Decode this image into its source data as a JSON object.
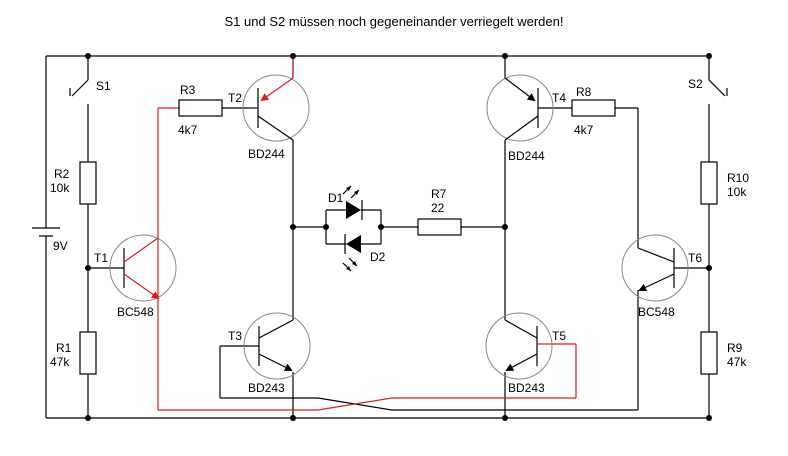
{
  "title": "S1 und S2 müssen noch gegeneinander verriegelt werden!",
  "battery": {
    "voltage": "9V"
  },
  "switches": [
    {
      "id": "S1"
    },
    {
      "id": "S2"
    }
  ],
  "resistors": [
    {
      "id": "R1",
      "value": "47k"
    },
    {
      "id": "R2",
      "value": "10k"
    },
    {
      "id": "R3",
      "value": "4k7"
    },
    {
      "id": "R7",
      "value": "22"
    },
    {
      "id": "R8",
      "value": "4k7"
    },
    {
      "id": "R9",
      "value": "47k"
    },
    {
      "id": "R10",
      "value": "10k"
    }
  ],
  "transistors": [
    {
      "id": "T1",
      "type": "BC548"
    },
    {
      "id": "T2",
      "type": "BD244"
    },
    {
      "id": "T3",
      "type": "BD243"
    },
    {
      "id": "T4",
      "type": "BD244"
    },
    {
      "id": "T5",
      "type": "BD243"
    },
    {
      "id": "T6",
      "type": "BC548"
    }
  ],
  "diodes": [
    {
      "id": "D1"
    },
    {
      "id": "D2"
    }
  ],
  "colors": {
    "wire": "#000000",
    "highlight_wire": "#d42020",
    "body": "#888888"
  }
}
